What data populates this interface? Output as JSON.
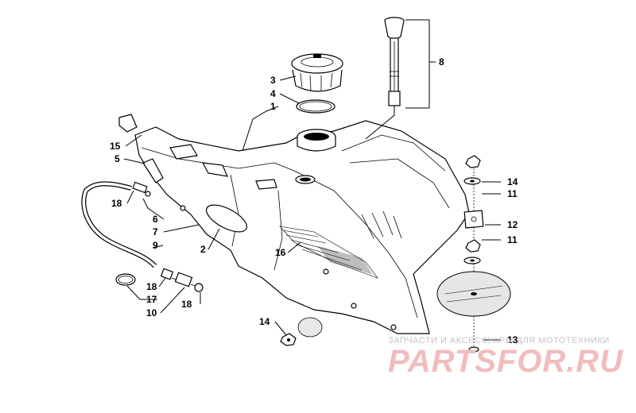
{
  "diagram": {
    "callouts": [
      {
        "id": "c8",
        "label": "8"
      },
      {
        "id": "c3",
        "label": "3"
      },
      {
        "id": "c4",
        "label": "4"
      },
      {
        "id": "c1",
        "label": "1"
      },
      {
        "id": "c15",
        "label": "15"
      },
      {
        "id": "c5",
        "label": "5"
      },
      {
        "id": "c18a",
        "label": "18"
      },
      {
        "id": "c6",
        "label": "6"
      },
      {
        "id": "c7",
        "label": "7"
      },
      {
        "id": "c9",
        "label": "9"
      },
      {
        "id": "c2",
        "label": "2"
      },
      {
        "id": "c16",
        "label": "16"
      },
      {
        "id": "c18b",
        "label": "18"
      },
      {
        "id": "c17",
        "label": "17"
      },
      {
        "id": "c10",
        "label": "10"
      },
      {
        "id": "c18c",
        "label": "18"
      },
      {
        "id": "c14a",
        "label": "14"
      },
      {
        "id": "c11a",
        "label": "11"
      },
      {
        "id": "c12",
        "label": "12"
      },
      {
        "id": "c11b",
        "label": "11"
      },
      {
        "id": "c14b",
        "label": "14"
      },
      {
        "id": "c13",
        "label": "13"
      }
    ]
  },
  "watermark": {
    "tagline": "ЗАПЧАСТИ И АКСЕССУАРЫ ДЛЯ МОТОТЕХНИКИ",
    "logo": "PARTSFOR.RU",
    "color": "#e04040"
  }
}
